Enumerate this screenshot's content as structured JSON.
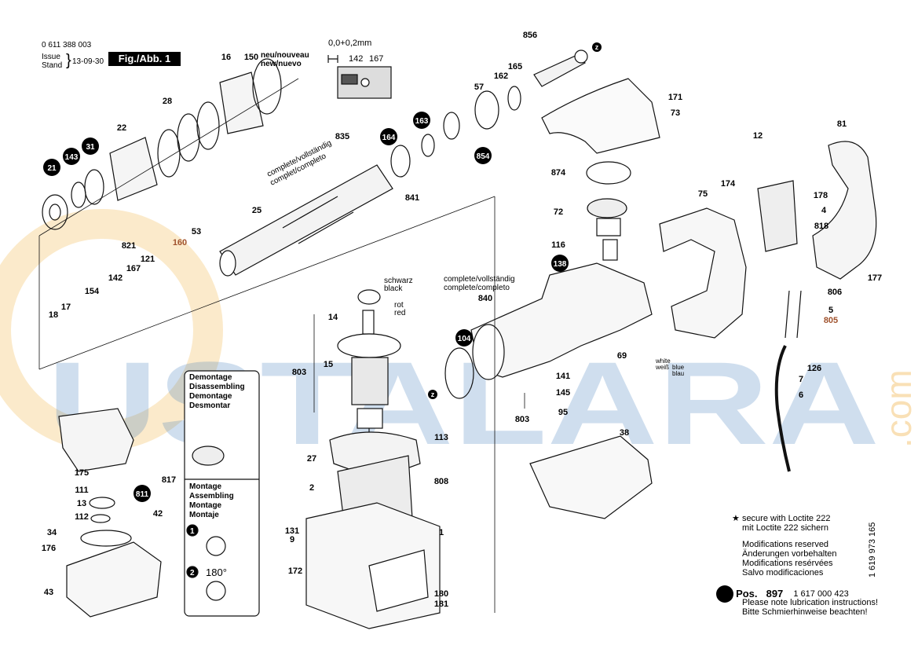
{
  "header": {
    "part_number": "0 611 388 003",
    "issue_label": "Issue",
    "stand_label": "Stand",
    "issue_date": "13-09-30",
    "figure_label": "Fig./Abb. 1"
  },
  "tolerance": {
    "value": "0,0+0,2mm",
    "labels": [
      "142",
      "167"
    ]
  },
  "watermark": {
    "main": "USTALARA",
    "suffix": ".com",
    "color": "#2a6fb6",
    "accent": "#f0a830"
  },
  "assembly_labels": {
    "neu_nouveau": "neu/nouveau",
    "new_nuevo": "new/nuevo",
    "complete_top": [
      "complete/vollständig",
      "complet/completo"
    ],
    "complete_mid": [
      "complete/vollständig",
      "complete/completo"
    ],
    "schwarz": "schwarz",
    "black": "black",
    "rot": "rot",
    "red": "red",
    "white": "white",
    "weiss": "weiß",
    "blue": "blue",
    "blau": "blau"
  },
  "instructions": {
    "demontage": [
      "Demontage",
      "Disassembling",
      "Demontage",
      "Desmontar"
    ],
    "montage": [
      "Montage",
      "Assembling",
      "Montage",
      "Montaje"
    ],
    "step1": "1",
    "step2": "2",
    "rotation": "180°"
  },
  "notes": {
    "loctite": [
      "secure with Loctite 222",
      "mit Loctite 222 sichern"
    ],
    "modifications": [
      "Modifications reserved",
      "Änderungen vorbehalten",
      "Modifications resérvées",
      "Salvo modificaciones"
    ],
    "pos_label": "Pos.",
    "pos_number": "897",
    "lubricant_number": "1 617 000 423",
    "lubrication": [
      "Please note lubrication instructions!",
      "Bitte Schmierhinweise beachten!"
    ]
  },
  "vertical_code": "1 619 973 165",
  "callouts": {
    "black_circle": [
      "21",
      "143",
      "31",
      "164",
      "163",
      "854",
      "104",
      "138",
      "811"
    ],
    "plain": [
      "16",
      "150",
      "28",
      "22",
      "835",
      "856",
      "165",
      "162",
      "57",
      "171",
      "73",
      "841",
      "25",
      "53",
      "160",
      "821",
      "121",
      "167",
      "142",
      "154",
      "18",
      "17",
      "14",
      "15",
      "803",
      "27",
      "113",
      "2",
      "808",
      "131",
      "9",
      "1",
      "172",
      "180",
      "181",
      "874",
      "72",
      "116",
      "840",
      "69",
      "141",
      "145",
      "95",
      "38",
      "12",
      "75",
      "174",
      "178",
      "4",
      "818",
      "81",
      "177",
      "806",
      "5",
      "805",
      "126",
      "7",
      "6",
      "175",
      "111",
      "13",
      "112",
      "34",
      "176",
      "43",
      "817",
      "42"
    ],
    "brown": [
      "160",
      "805"
    ]
  }
}
